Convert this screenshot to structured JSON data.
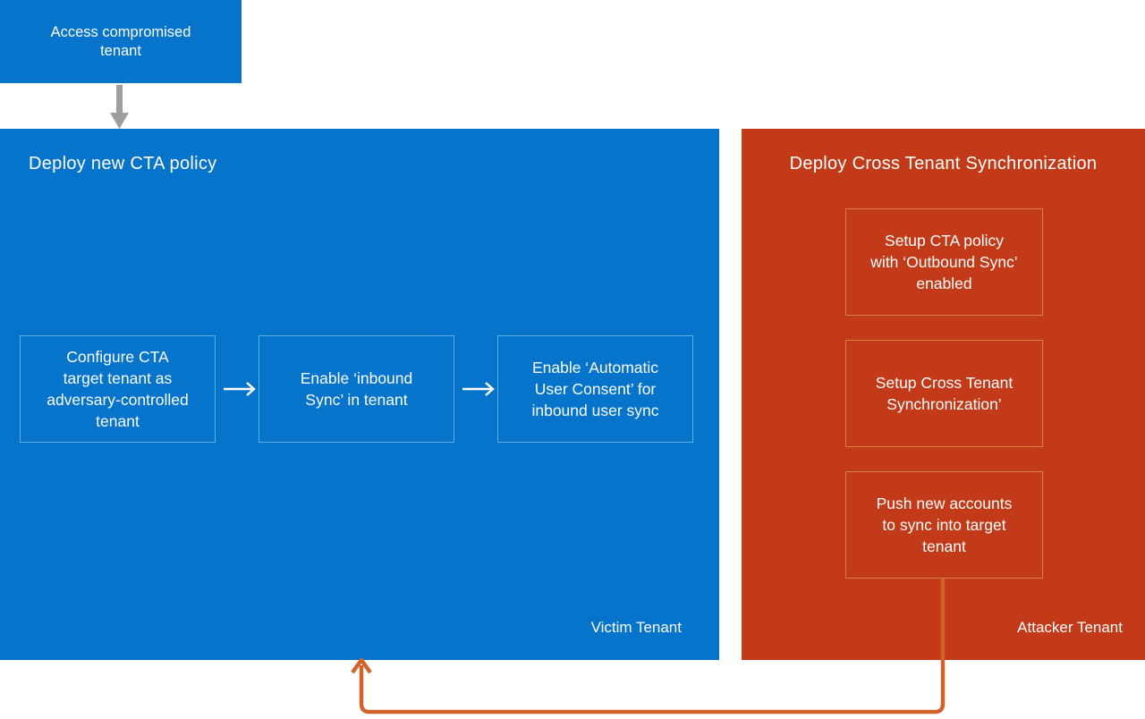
{
  "colors": {
    "blue": "#0674cb",
    "red": "#c23a18",
    "step_border_blue": "#5fb1e4",
    "step_border_red": "#d8803f",
    "connector_orange": "#d2622b",
    "arrow_gray": "#9e9e9e",
    "text_white": "#ffffff"
  },
  "start": {
    "label": "Access compromised\ntenant"
  },
  "victim_panel": {
    "title": "Deploy new CTA policy",
    "tenant_label": "Victim Tenant",
    "steps": [
      {
        "label": "Configure CTA\ntarget tenant as\nadversary-controlled\ntenant"
      },
      {
        "label": "Enable ‘inbound\nSync’ in tenant"
      },
      {
        "label": "Enable ‘Automatic\nUser Consent’ for\ninbound user sync"
      }
    ]
  },
  "attacker_panel": {
    "title": "Deploy Cross Tenant Synchronization",
    "tenant_label": "Attacker Tenant",
    "steps": [
      {
        "label": "Setup CTA policy\nwith ‘Outbound Sync’\nenabled"
      },
      {
        "label": "Setup Cross Tenant\nSynchronization’"
      },
      {
        "label": "Push new accounts\nto sync into target\ntenant"
      }
    ]
  }
}
